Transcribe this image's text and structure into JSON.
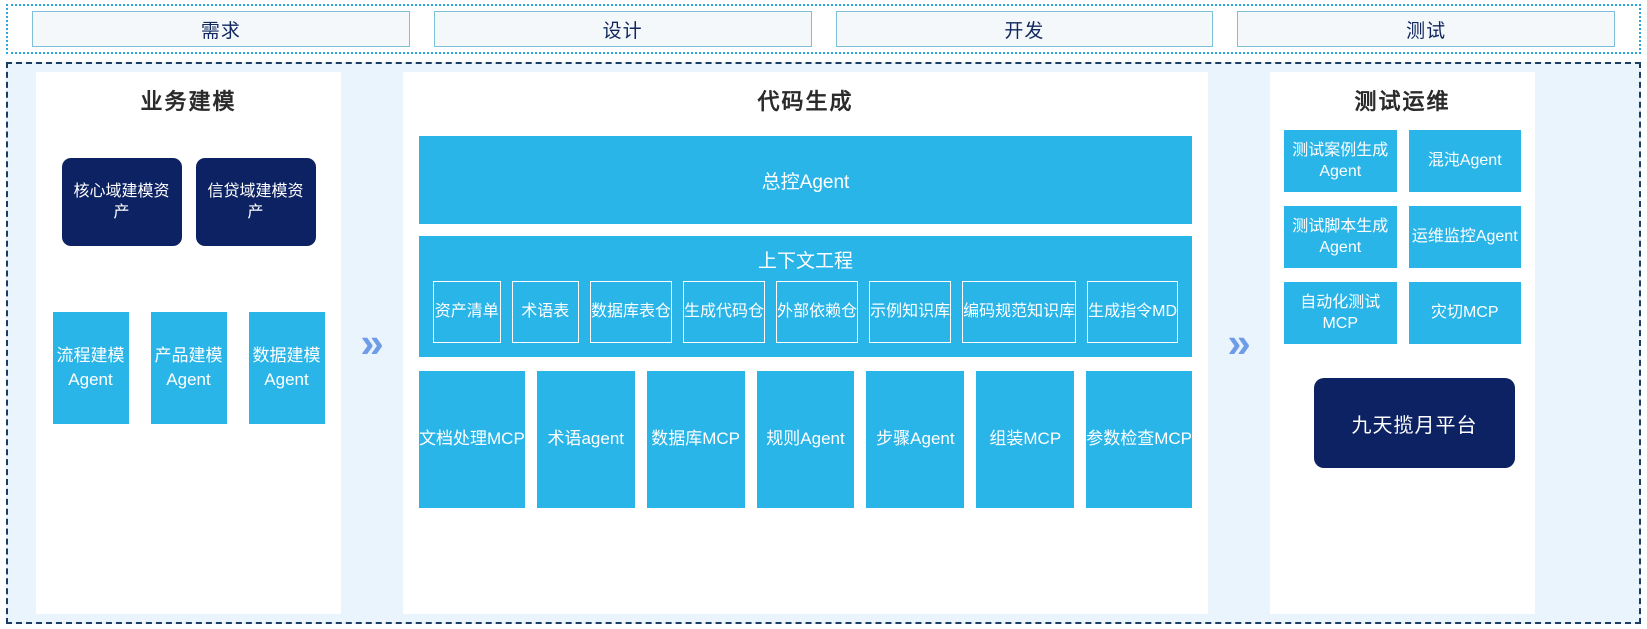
{
  "phases": [
    {
      "label": "需求"
    },
    {
      "label": "设计"
    },
    {
      "label": "开发"
    },
    {
      "label": "测试"
    }
  ],
  "chevron": {
    "glyph": "»"
  },
  "colors": {
    "cyan": "#29b5e8",
    "navy": "#0d2262",
    "frame_bg": "#e9f4fc",
    "chevron": "#6f9ce8",
    "phase_text": "#10265c",
    "phase_bg": "#f4f8fb",
    "phase_border": "#7fbfd8"
  },
  "left_panel": {
    "title": "业务建模",
    "assets": [
      {
        "label": "核心域建模资产"
      },
      {
        "label": "信贷域建模资产"
      }
    ],
    "agents": [
      {
        "label": "流程建模Agent"
      },
      {
        "label": "产品建模Agent"
      },
      {
        "label": "数据建模Agent"
      }
    ]
  },
  "center_panel": {
    "title": "代码生成",
    "master_agent": "总控Agent",
    "context": {
      "title": "上下文工程",
      "items": [
        {
          "label": "资产清单"
        },
        {
          "label": "术语表"
        },
        {
          "label": "数据库表仓"
        },
        {
          "label": "生成代码仓"
        },
        {
          "label": "外部依赖仓"
        },
        {
          "label": "示例知识库"
        },
        {
          "label": "编码规范知识库"
        },
        {
          "label": "生成指令MD"
        }
      ]
    },
    "tools": [
      {
        "label": "文档处理MCP"
      },
      {
        "label": "术语agent"
      },
      {
        "label": "数据库MCP"
      },
      {
        "label": "规则Agent"
      },
      {
        "label": "步骤Agent"
      },
      {
        "label": "组装MCP"
      },
      {
        "label": "参数检查MCP"
      }
    ]
  },
  "right_panel": {
    "title": "测试运维",
    "ops": [
      {
        "label": "测试案例生成Agent"
      },
      {
        "label": "混沌Agent"
      },
      {
        "label": "测试脚本生成Agent"
      },
      {
        "label": "运维监控Agent"
      },
      {
        "label": "自动化测试MCP"
      },
      {
        "label": "灾切MCP"
      }
    ],
    "platform": "九天揽月平台"
  }
}
